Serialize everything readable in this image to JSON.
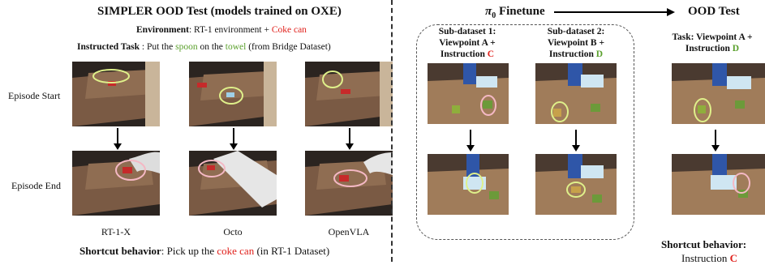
{
  "left": {
    "title": "SIMPLER OOD Test (models trained on OXE)",
    "environment": {
      "label": "Environment",
      "sep": ": RT-1 environment + ",
      "highlight": "Coke can"
    },
    "task": {
      "label": "Instructed Task",
      "pre": " : Put the ",
      "spoon": "spoon",
      "mid": " on the ",
      "towel": "towel",
      "post": " (from Bridge Dataset)"
    },
    "row_labels": [
      "Episode Start",
      "Episode End"
    ],
    "models": [
      "RT-1-X",
      "Octo",
      "OpenVLA"
    ],
    "shortcut": {
      "label": "Shortcut behavior",
      "pre": ": Pick up the ",
      "highlight": "coke can",
      "post": " (in RT-1 Dataset)"
    }
  },
  "right": {
    "finetune": {
      "symbol": "π",
      "subscript": "0",
      "label": " Finetune"
    },
    "ood_title": "OOD Test",
    "sub1": {
      "line1": "Sub-dataset 1:",
      "line2": "Viewpoint A +",
      "line3_pre": "Instruction ",
      "letter": "C"
    },
    "sub2": {
      "line1": "Sub-dataset 2:",
      "line2": "Viewpoint B +",
      "line3_pre": "Instruction ",
      "letter": "D"
    },
    "task": {
      "line1": "Task: Viewpoint A +",
      "line2_pre": "Instruction ",
      "letter": "D"
    },
    "shortcut": {
      "label": "Shortcut behavior:",
      "line2_pre": "Instruction ",
      "letter": "C"
    }
  },
  "colors": {
    "red": "#e0201b",
    "green": "#5aa02c",
    "ellipse_yellow": "#dff08a",
    "ellipse_pink": "#f4b8c4"
  }
}
